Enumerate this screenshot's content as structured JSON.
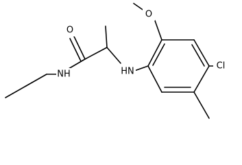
{
  "molecule": {
    "atoms": {
      "carbonyl_oxygen": "O",
      "amide_nitrogen": "NH",
      "amine_nitrogen": "HN",
      "methoxy_oxygen": "O",
      "chlorine": "Cl"
    }
  }
}
